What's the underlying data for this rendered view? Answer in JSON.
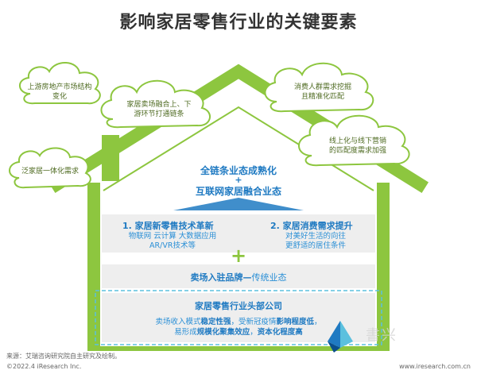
{
  "title": "影响家居零售行业的关键要素",
  "clouds": [
    {
      "text": "上游房地产市场结构变化"
    },
    {
      "text": "家居卖场融合上、下\n游环节打通链条"
    },
    {
      "text": "消费人群需求挖掘\n且精准化匹配"
    },
    {
      "text": "线上化与线下营销\n的匹配度需求加强"
    },
    {
      "text": "泛家居一体化需求"
    }
  ],
  "center": {
    "line1": "全链条业态成熟化",
    "plus": "+",
    "line2": "互联网家居融合业态"
  },
  "factor_left": {
    "heading": "1. 家居新零售技术革新",
    "detail_line1": "物联网 云计算 大数据应用",
    "detail_line2": "AR/VR技术等"
  },
  "factor_right": {
    "heading": "2. 家居消费需求提升",
    "detail_line1": "对美好生活的向往",
    "detail_line2": "更舒适的居住条件"
  },
  "plus_sign": "+",
  "brand_row": {
    "strong": "卖场入驻品牌",
    "dash": "—",
    "rest": "传统业态"
  },
  "head_company": {
    "heading": "家居零售行业头部公司",
    "line1_a": "卖场收入模式",
    "line1_b": "稳定性强",
    "line1_c": "，受新冠疫情",
    "line1_d": "影响程度低",
    "line1_e": "，",
    "line2_a": "易形成",
    "line2_b": "规模化聚集效应",
    "line2_c": "，",
    "line2_d": "资本化程度高"
  },
  "footer": {
    "source": "来源：艾瑞咨询研究院自主研究及绘制。",
    "copyright": "©2022.4 iResearch Inc.",
    "website": "www.iresearch.com.cn",
    "brand": "書兴"
  },
  "colors": {
    "house_green": "#8dc63f",
    "cloud_stroke": "#8dc63f",
    "text_blue": "#1f7ac2",
    "box_fill": "#eeeeee",
    "dashed_border": "#5bc0de"
  },
  "icons": {
    "logo": "iresearch-crystal-logo"
  }
}
